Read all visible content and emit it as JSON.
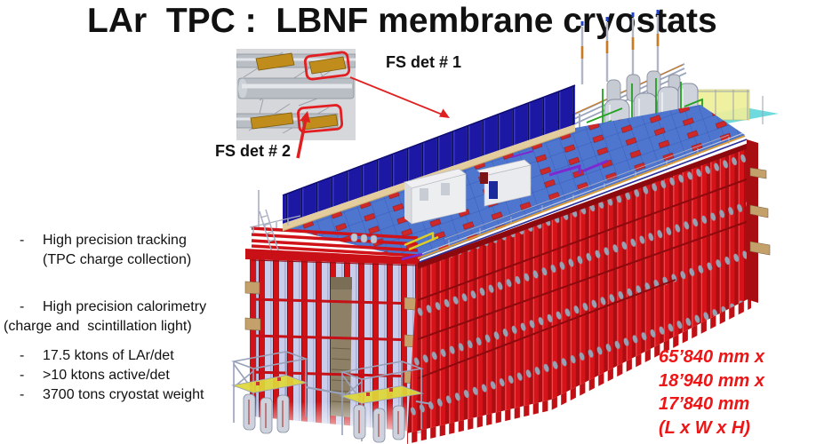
{
  "title": "LAr  TPC :  LBNF membrane cryostats",
  "inset": {
    "label_fs1": "FS det # 1",
    "label_fs2": "FS det # 2"
  },
  "bullets": {
    "items": [
      {
        "dash": "-",
        "text": "High precision tracking"
      },
      {
        "dash": "",
        "text": "(TPC charge collection)"
      },
      {
        "dash": "-",
        "text": "High precision calorimetry"
      },
      {
        "dash": "",
        "text": "(charge and  scintillation light)"
      },
      {
        "dash": "-",
        "text": "17.5 ktons of LAr/det"
      },
      {
        "dash": "-",
        "text": ">10 ktons active/det"
      },
      {
        "dash": "-",
        "text": "3700 tons cryostat weight"
      }
    ]
  },
  "dimensions": {
    "lines": [
      "65’840 mm x",
      "18’940 mm x",
      "17’840 mm",
      "(L x W x H)"
    ],
    "color": "#ed1515"
  },
  "colors": {
    "cryostat_red": "#d01318",
    "rib_shadow_red": "#ab0e12",
    "membrane_panel_navy": "#1c18a4",
    "deck_blue": "#4f76ce",
    "walkway_tan": "#e3cc9e",
    "end_panel_lavender": "#c9cde9",
    "detector_gold": "#c08c1c",
    "screen_yellow": "#efef9a",
    "platform_cyan": "#66d8dc",
    "annotation_red": "#e02020"
  }
}
